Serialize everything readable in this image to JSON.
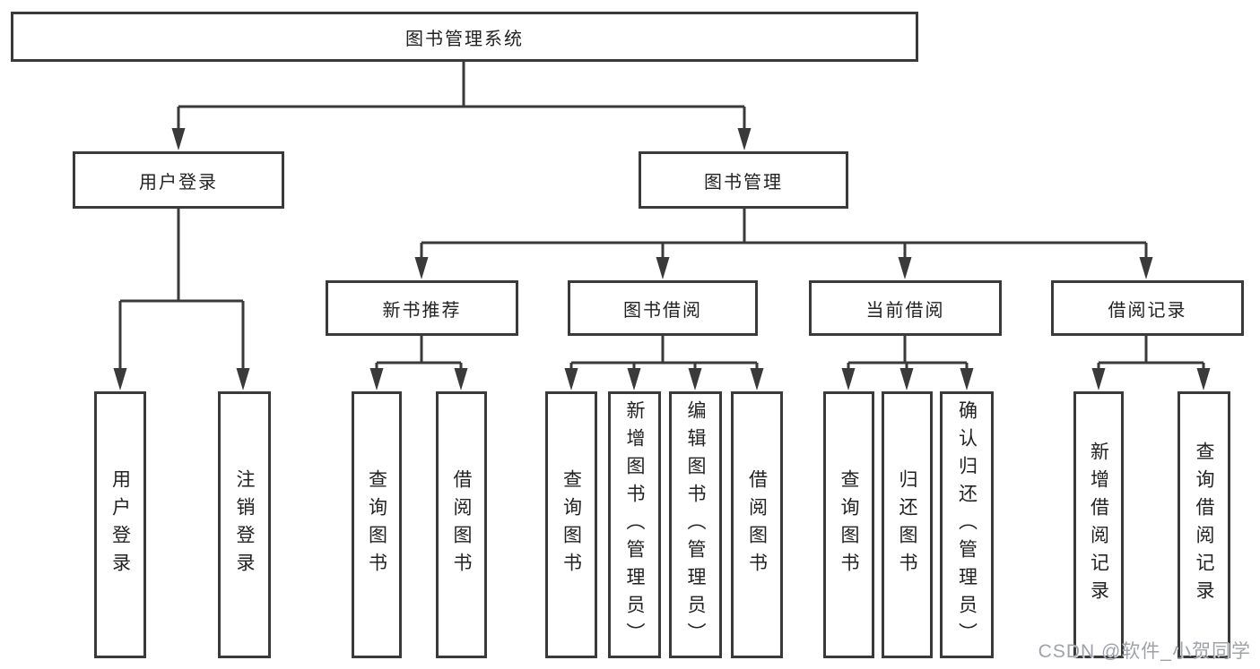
{
  "colors": {
    "line": "#3a3a3a",
    "text": "#222222",
    "box_bg": "#ffffff",
    "watermark": "#9fa3a9"
  },
  "watermark": {
    "text": "CSDN @软件_小贺同学"
  },
  "tree": {
    "root": {
      "label": "图书管理系统"
    },
    "branches": [
      {
        "label": "用户登录",
        "children": [
          {
            "label": "用户登录"
          },
          {
            "label": "注销登录"
          }
        ]
      },
      {
        "label": "图书管理",
        "groups": [
          {
            "label": "新书推荐",
            "children": [
              {
                "label": "查询图书"
              },
              {
                "label": "借阅图书"
              }
            ]
          },
          {
            "label": "图书借阅",
            "children": [
              {
                "label": "查询图书"
              },
              {
                "label": "新增图书（管理员）"
              },
              {
                "label": "编辑图书（管理员）"
              },
              {
                "label": "借阅图书"
              }
            ]
          },
          {
            "label": "当前借阅",
            "children": [
              {
                "label": "查询图书"
              },
              {
                "label": "归还图书"
              },
              {
                "label": "确认归还（管理员）"
              }
            ]
          },
          {
            "label": "借阅记录",
            "children": [
              {
                "label": "新增借阅记录"
              },
              {
                "label": "查询借阅记录"
              }
            ]
          }
        ]
      }
    ]
  }
}
